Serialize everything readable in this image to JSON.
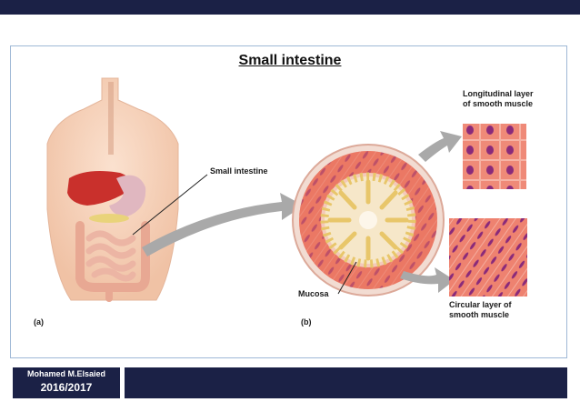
{
  "title": "Small intestine",
  "labels": {
    "small_intestine": "Small intestine",
    "longitudinal": "Longitudinal layer of smooth muscle",
    "circular": "Circular layer of smooth muscle",
    "mucosa": "Mucosa",
    "panel_a": "(a)",
    "panel_b": "(b)"
  },
  "footer": {
    "author": "Mohamed M.Elsaied",
    "year": "2016/2017"
  },
  "colors": {
    "bar": "#1b2146",
    "muscle": "#e8705a",
    "mucosa": "#e8c66a",
    "arrow": "#a9a9a9"
  }
}
